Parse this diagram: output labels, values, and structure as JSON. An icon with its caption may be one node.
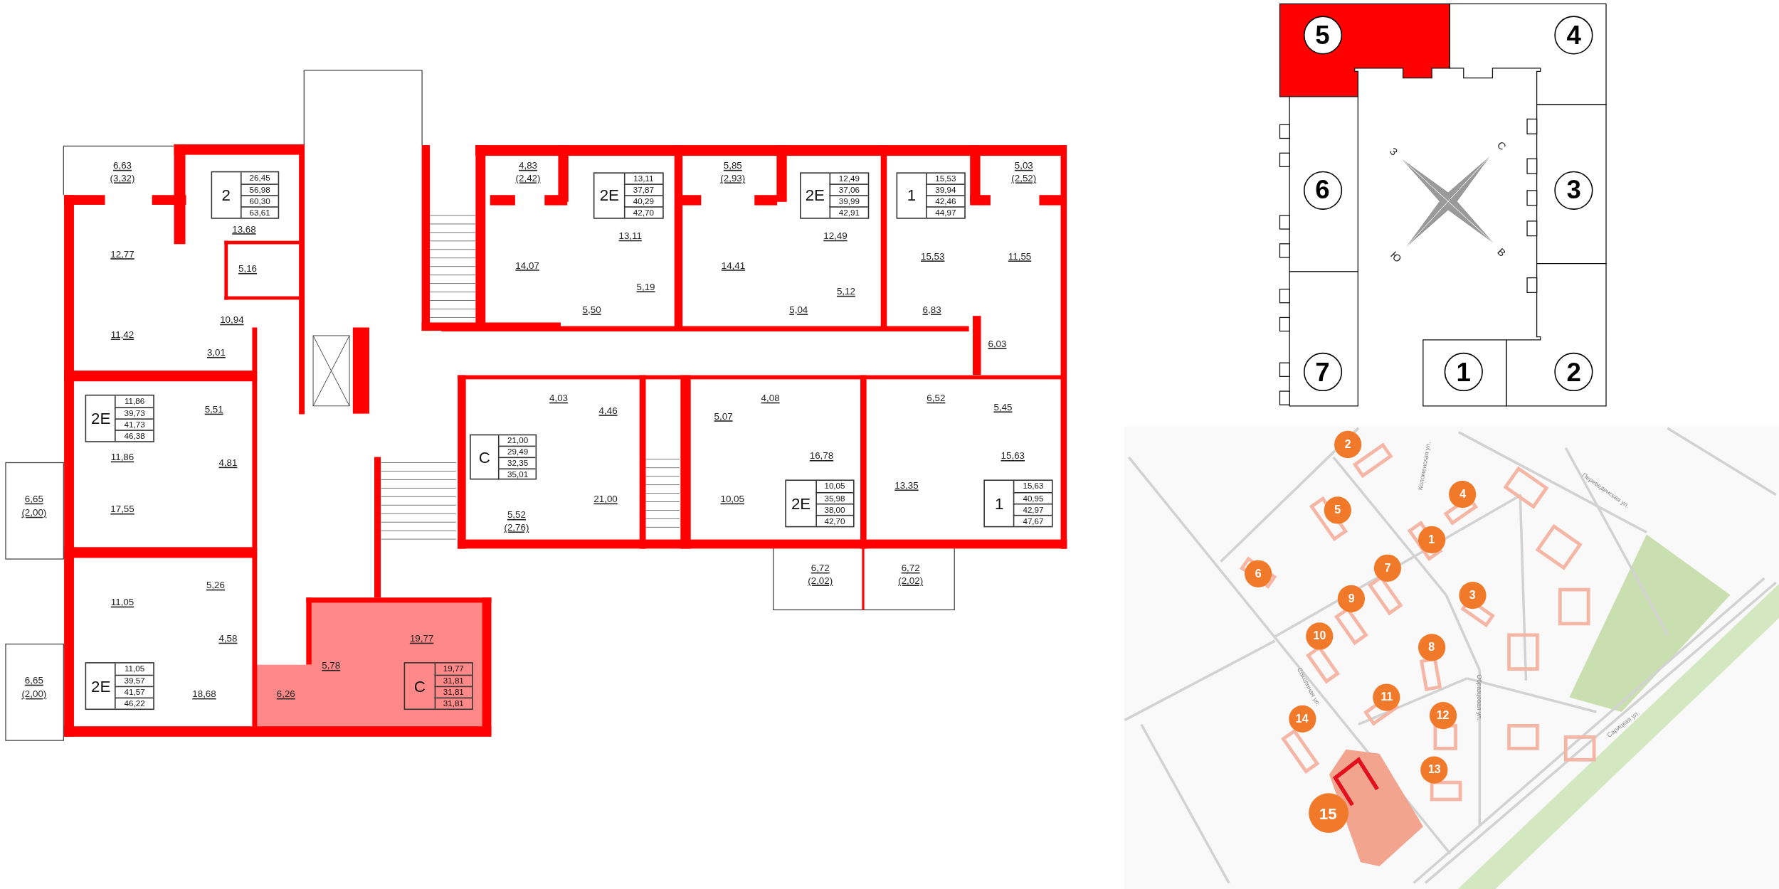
{
  "diagram": {
    "nodes": [
      {
        "text": [
          "2",
          "26,45",
          "56,98",
          "60,30",
          "63,61"
        ]
      },
      {
        "text": [
          "2Е",
          "13,11",
          "37,87",
          "40,29",
          "42,70"
        ]
      },
      {
        "text": [
          "2Е",
          "12,49",
          "37,06",
          "39,99",
          "42,91"
        ]
      },
      {
        "text": [
          "1",
          "15,53",
          "39,94",
          "42,46",
          "44,97"
        ]
      },
      {
        "text": [
          "2Е",
          "11,86",
          "39,73",
          "41,73",
          "46,38"
        ]
      },
      {
        "text": [
          "С",
          "21,00",
          "29,49",
          "32,35",
          "35,01"
        ]
      },
      {
        "text": [
          "2Е",
          "10,05",
          "35,98",
          "38,00",
          "42,70"
        ]
      },
      {
        "text": [
          "1",
          "15,63",
          "40,95",
          "42,97",
          "47,67"
        ]
      },
      {
        "text": [
          "2Е",
          "11,05",
          "39,57",
          "41,57",
          "46,22"
        ]
      },
      {
        "text": [
          "С",
          "19,77",
          "31,81",
          "31,81",
          "31,81"
        ]
      }
    ],
    "labels": [
      "6,63",
      "(3,32)",
      "4,83",
      "(2,42)",
      "5,85",
      "(2,93)",
      "5,03",
      "(2,52)",
      "13,68",
      "13,11",
      "12,49",
      "12,77",
      "15,53",
      "11,55",
      "14,07",
      "14,41",
      "5,16",
      "5,19",
      "5,12",
      "5,50",
      "5,04",
      "6,83",
      "10,94",
      "11,42",
      "6,03",
      "3,01",
      "4,03",
      "4,08",
      "6,52",
      "5,45",
      "5,51",
      "4,46",
      "5,07",
      "15,63",
      "16,78",
      "11,86",
      "4,81",
      "13,35",
      "21,00",
      "10,05",
      "6,65",
      "(2,00)",
      "17,55",
      "5,52",
      "(2,76)",
      "6,72",
      "(2,02)",
      "6,72",
      "(2,02)",
      "5,26",
      "11,05",
      "19,77",
      "4,58",
      "5,78",
      "6,65",
      "(2,00)",
      "18,68",
      "6,26",
      "5",
      "4",
      "З",
      "С",
      "6",
      "3",
      "Ю",
      "В",
      "7",
      "1",
      "2",
      "2",
      "Коломенская ул.",
      "Переведенская ул.",
      "4",
      "5",
      "1",
      "7",
      "6",
      "3",
      "9",
      "10",
      "8",
      "Соколиная ул.",
      "11",
      "Образцовая ул.",
      "12",
      "14",
      "Сарицкая ул.",
      "13",
      "15"
    ]
  }
}
